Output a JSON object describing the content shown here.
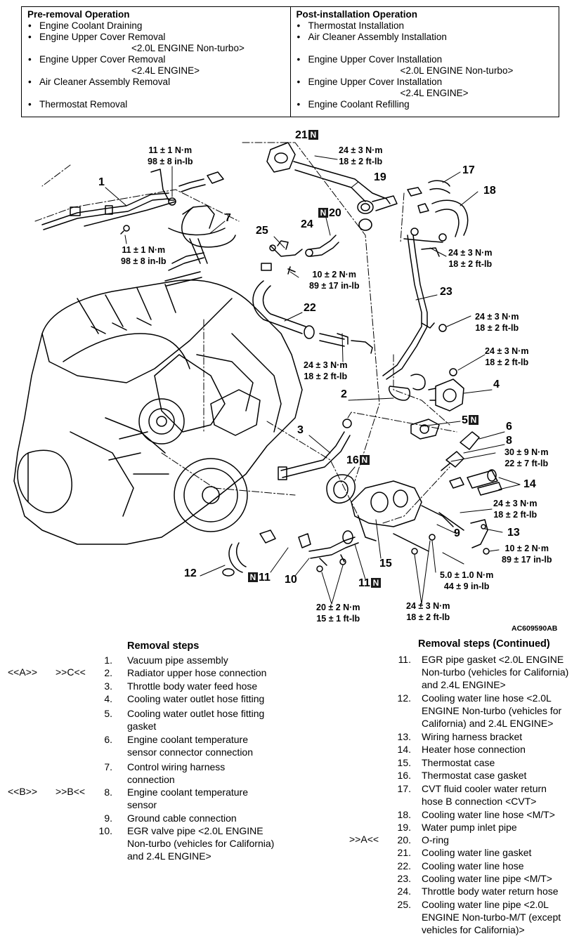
{
  "pre_removal": {
    "heading": "Pre-removal Operation",
    "items": [
      {
        "text": "Engine Coolant Draining",
        "sub": ""
      },
      {
        "text": "Engine Upper Cover Removal",
        "sub": "<2.0L ENGINE Non-turbo>"
      },
      {
        "text": "Engine Upper Cover Removal",
        "sub": "<2.4L ENGINE>"
      },
      {
        "text": "Air Cleaner Assembly Removal",
        "sub": ""
      },
      {
        "text": "Thermostat Removal",
        "sub": ""
      }
    ]
  },
  "post_installation": {
    "heading": "Post-installation Operation",
    "items": [
      {
        "text": "Thermostat Installation",
        "sub": ""
      },
      {
        "text": "Air Cleaner Assembly Installation",
        "sub": ""
      },
      {
        "text": "Engine Upper Cover Installation",
        "sub": "<2.0L ENGINE Non-turbo>"
      },
      {
        "text": "Engine Upper Cover Installation",
        "sub": "<2.4L ENGINE>"
      },
      {
        "text": "Engine Coolant Refilling",
        "sub": ""
      }
    ]
  },
  "diagram": {
    "figure_code": "AC609590AB",
    "new_part_mark": "N",
    "labels": {
      "l1": "1",
      "l2": "2",
      "l3": "3",
      "l4": "4",
      "l5": "5",
      "l6": "6",
      "l7": "7",
      "l8": "8",
      "l9": "9",
      "l10": "10",
      "l11a": "11",
      "l11b": "11",
      "l12": "12",
      "l13": "13",
      "l14": "14",
      "l15": "15",
      "l16": "16",
      "l17": "17",
      "l18": "18",
      "l19": "19",
      "l20": "20",
      "l21": "21",
      "l22": "22",
      "l23": "23",
      "l24": "24",
      "l25": "25"
    },
    "torques": {
      "t_top_left": [
        "11 ± 1 N·m",
        "98 ± 8 in-lb"
      ],
      "t_left_mid": [
        "11 ± 1 N·m",
        "98 ± 8 in-lb"
      ],
      "t_top_right": [
        "24 ± 3 N·m",
        "18 ± 2 ft-lb"
      ],
      "t_25": [
        "10 ± 2 N·m",
        "89 ± 17 in-lb"
      ],
      "t_18": [
        "24 ± 3 N·m",
        "18 ± 2 ft-lb"
      ],
      "t_23a": [
        "24 ± 3 N·m",
        "18 ± 2 ft-lb"
      ],
      "t_4": [
        "24 ± 3 N·m",
        "18 ± 2 ft-lb"
      ],
      "t_22": [
        "24 ± 3 N·m",
        "18 ± 2 ft-lb"
      ],
      "t_8": [
        "30 ± 9 N·m",
        "22 ± 7 ft-lb"
      ],
      "t_14": [
        "24 ± 3 N·m",
        "18 ± 2 ft-lb"
      ],
      "t_13": [
        "10 ± 2 N·m",
        "89 ± 17 in-lb"
      ],
      "t_9": [
        "5.0 ± 1.0 N·m",
        "44 ± 9 in-lb"
      ],
      "t_11": [
        "20 ± 2 N·m",
        "15 ± 1 ft-lb"
      ],
      "t_15": [
        "24 ± 3 N·m",
        "18 ± 2 ft-lb"
      ]
    }
  },
  "removal_steps": {
    "heading": "Removal steps",
    "steps": [
      {
        "num": "1.",
        "lines": [
          "Vacuum pipe assembly"
        ]
      },
      {
        "num": "2.",
        "lines": [
          "Radiator upper hose connection"
        ]
      },
      {
        "num": "3.",
        "lines": [
          "Throttle body water feed hose"
        ]
      },
      {
        "num": "4.",
        "lines": [
          "Cooling water outlet hose fitting"
        ]
      },
      {
        "num": "5.",
        "lines": [
          "Cooling water outlet hose fitting",
          "gasket"
        ]
      },
      {
        "num": "6.",
        "lines": [
          "Engine coolant temperature",
          "sensor connector connection"
        ]
      },
      {
        "num": "7.",
        "lines": [
          "Control wiring harness",
          "connection"
        ]
      },
      {
        "num": "8.",
        "lines": [
          "Engine coolant temperature",
          "sensor"
        ]
      },
      {
        "num": "9.",
        "lines": [
          "Ground cable connection"
        ]
      },
      {
        "num": "10.",
        "lines": [
          "EGR valve pipe <2.0L ENGINE",
          "Non-turbo (vehicles for California)",
          "and 2.4L ENGINE>"
        ]
      }
    ],
    "refs": [
      {
        "left": "<<A>>",
        "right": ">>C<<"
      },
      {
        "left": "<<B>>",
        "right": ">>B<<"
      }
    ]
  },
  "removal_steps_continued": {
    "heading": "Removal steps (Continued)",
    "steps": [
      {
        "num": "11.",
        "lines": [
          "EGR pipe gasket <2.0L ENGINE",
          "Non-turbo (vehicles for California)",
          "and 2.4L ENGINE>"
        ]
      },
      {
        "num": "12.",
        "lines": [
          "Cooling water line hose <2.0L",
          "ENGINE Non-turbo (vehicles for",
          "California) and 2.4L ENGINE>"
        ]
      },
      {
        "num": "13.",
        "lines": [
          "Wiring harness bracket"
        ]
      },
      {
        "num": "14.",
        "lines": [
          "Heater hose connection"
        ]
      },
      {
        "num": "15.",
        "lines": [
          "Thermostat case"
        ]
      },
      {
        "num": "16.",
        "lines": [
          "Thermostat case gasket"
        ]
      },
      {
        "num": "17.",
        "lines": [
          "CVT fluid cooler water return",
          "hose B connection <CVT>"
        ]
      },
      {
        "num": "18.",
        "lines": [
          "Cooling water line hose <M/T>"
        ]
      },
      {
        "num": "19.",
        "lines": [
          "Water pump inlet pipe"
        ]
      },
      {
        "num": "20.",
        "lines": [
          "O-ring"
        ]
      },
      {
        "num": "21.",
        "lines": [
          "Cooling water line gasket"
        ]
      },
      {
        "num": "22.",
        "lines": [
          "Cooling water line hose"
        ]
      },
      {
        "num": "23.",
        "lines": [
          "Cooling water line pipe <M/T>"
        ]
      },
      {
        "num": "24.",
        "lines": [
          "Throttle body water return hose"
        ]
      },
      {
        "num": "25.",
        "lines": [
          "Cooling water line pipe <2.0L",
          "ENGINE Non-turbo-M/T (except",
          "vehicles for California)>"
        ]
      }
    ],
    "refs": [
      {
        "right": ">>A<<"
      }
    ]
  }
}
